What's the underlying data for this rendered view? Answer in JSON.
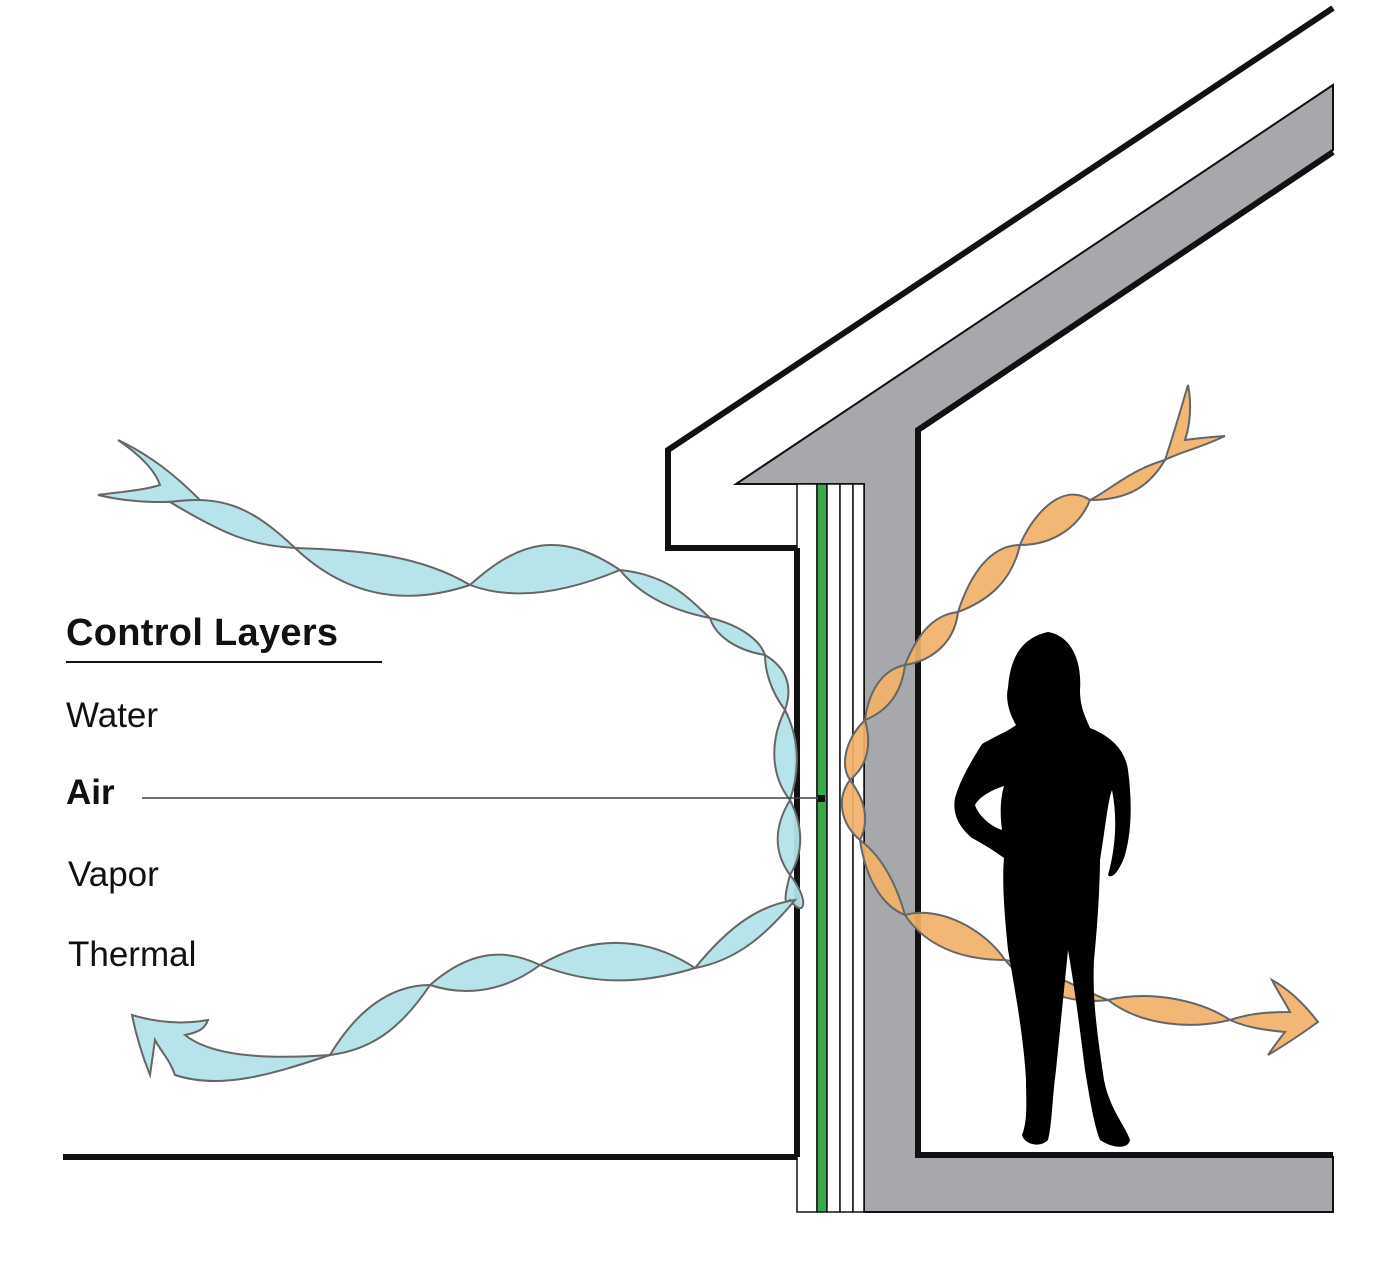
{
  "legend": {
    "title": "Control Layers",
    "items": [
      {
        "label": "Water",
        "active": false
      },
      {
        "label": "Air",
        "active": true
      },
      {
        "label": "Vapor",
        "active": false
      },
      {
        "label": "Thermal",
        "active": false
      }
    ]
  },
  "colors": {
    "outline": "#111111",
    "structure": "#a7a8ab",
    "air_barrier": "#3ba84a",
    "outdoor_air_flow": "#b3e2ea",
    "indoor_air_flow": "#f2b169",
    "flow_stroke": "#666666",
    "silhouette": "#000000"
  },
  "icons": {
    "person": "standing-woman-silhouette-icon",
    "outdoor_arrow": "arrow-up-left-icon",
    "indoor_arrow": "arrow-right-icon"
  }
}
